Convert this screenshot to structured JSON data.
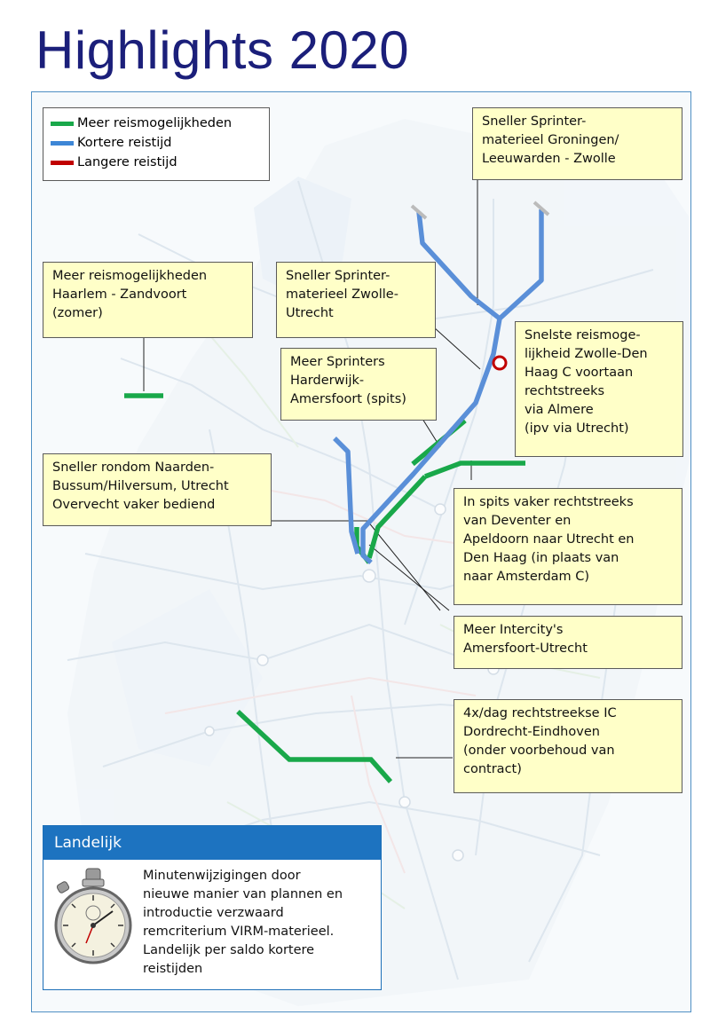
{
  "title": "Highlights 2020",
  "colors": {
    "green": "#19a84a",
    "blue": "#5a8fd8",
    "red": "#c00000",
    "title": "#1b1f7a",
    "landelijk_header": "#1d73c0"
  },
  "legend": {
    "items": [
      {
        "label": "Meer reismogelijkheden",
        "color": "#19a84a"
      },
      {
        "label": "Kortere reistijd",
        "color": "#3d86d6"
      },
      {
        "label": "Langere reistijd",
        "color": "#c00000"
      }
    ]
  },
  "callouts": {
    "groningen": "Sneller Sprinter-\nmaterieel Groningen/\nLeeuwarden - Zwolle",
    "haarlem": "Meer reismogelijkheden\nHaarlem - Zandvoort\n(zomer)",
    "zwolle_utrecht": "Sneller Sprinter-\nmaterieel Zwolle-\nUtrecht",
    "almere": "Snelste reismoge-\nlijkheid Zwolle-Den\nHaag C voortaan\nrechtstreeks\nvia Almere\n(ipv via Utrecht)",
    "harderwijk": "Meer Sprinters\nHarderwijk-\nAmersfoort (spits)",
    "naarden": "Sneller rondom Naarden-\nBussum/Hilversum, Utrecht\nOvervecht vaker bediend",
    "deventer": "In spits vaker rechtstreeks\nvan Deventer en\nApeldoorn naar Utrecht en\nDen Haag (in plaats van\nnaar Amsterdam C)",
    "intercity": "Meer Intercity's\nAmersfoort-Utrecht",
    "dordrecht": "4x/dag rechtstreekse IC\nDordrecht-Eindhoven\n(onder voorbehoud van\ncontract)"
  },
  "landelijk": {
    "header": "Landelijk",
    "icon": "stopwatch-icon",
    "text": "Minutenwijzigingen door\nnieuwe manier van plannen en\nintroductie verzwaard\nremcriterium VIRM-materieel.\nLandelijk per saldo kortere\nreistijden"
  }
}
